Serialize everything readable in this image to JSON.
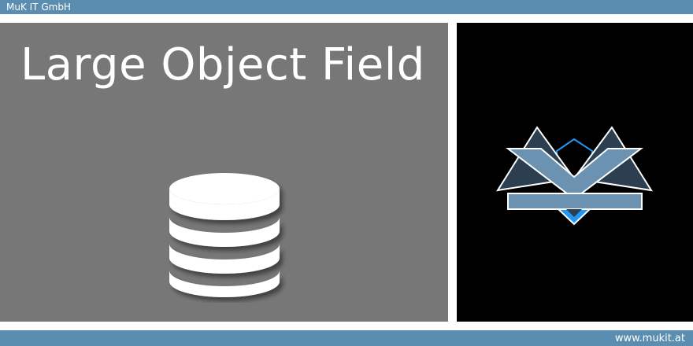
{
  "header": {
    "company": "MuK IT GmbH"
  },
  "main": {
    "title": "Large Object Field",
    "icon": "database-icon"
  },
  "logo": {
    "icon": "muk-logo-icon"
  },
  "footer": {
    "website": "www.mukit.at"
  },
  "colors": {
    "bar": "#5b8db0",
    "panel_left": "#777777",
    "panel_right": "#000000",
    "logo_light": "#6b92b1",
    "logo_dark": "#2c3f50",
    "logo_accent": "#2196f3"
  }
}
